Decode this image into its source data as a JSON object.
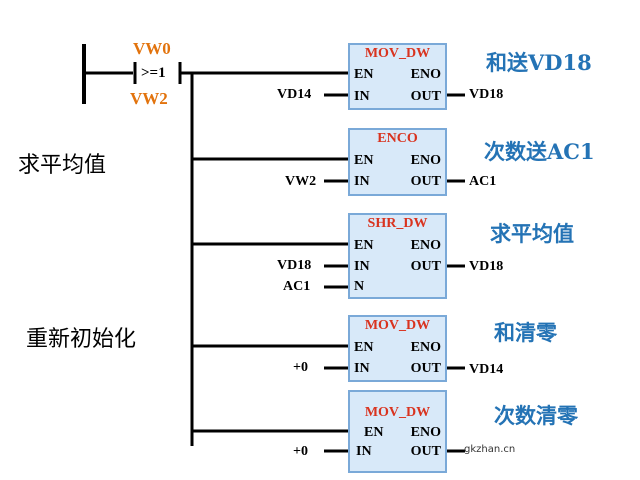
{
  "contact": {
    "top": "VW0",
    "op": ">=1",
    "bottom": "VW2"
  },
  "side_labels": {
    "average": "求平均值",
    "reinit": "重新初始化"
  },
  "blocks": [
    {
      "title": "MOV_DW",
      "en": "EN",
      "eno": "ENO",
      "in": "IN",
      "out": "OUT",
      "in_value": "VD14",
      "out_value": "VD18",
      "comment": "和送VD18"
    },
    {
      "title": "ENCO",
      "en": "EN",
      "eno": "ENO",
      "in": "IN",
      "out": "OUT",
      "in_value": "VW2",
      "out_value": "AC1",
      "comment": "次数送AC1"
    },
    {
      "title": "SHR_DW",
      "en": "EN",
      "eno": "ENO",
      "in": "IN",
      "out": "OUT",
      "n": "N",
      "in_value": "VD18",
      "n_value": "AC1",
      "out_value": "VD18",
      "comment": "求平均值"
    },
    {
      "title": "MOV_DW",
      "en": "EN",
      "eno": "ENO",
      "in": "IN",
      "out": "OUT",
      "in_value": "+0",
      "out_value": "VD14",
      "comment": "和清零"
    },
    {
      "title": "MOV_DW",
      "en": "EN",
      "eno": "ENO",
      "in": "IN",
      "out": "OUT",
      "in_value": "+0",
      "out_value": "",
      "comment": "次数清零"
    }
  ],
  "watermark": "gkzhan.cn",
  "colors": {
    "box_fill": "#d8e9f9",
    "box_border": "#7aa9d8",
    "title": "#d9331f",
    "contact": "#e2730d",
    "comment": "#2473b5",
    "wire": "#000000"
  }
}
